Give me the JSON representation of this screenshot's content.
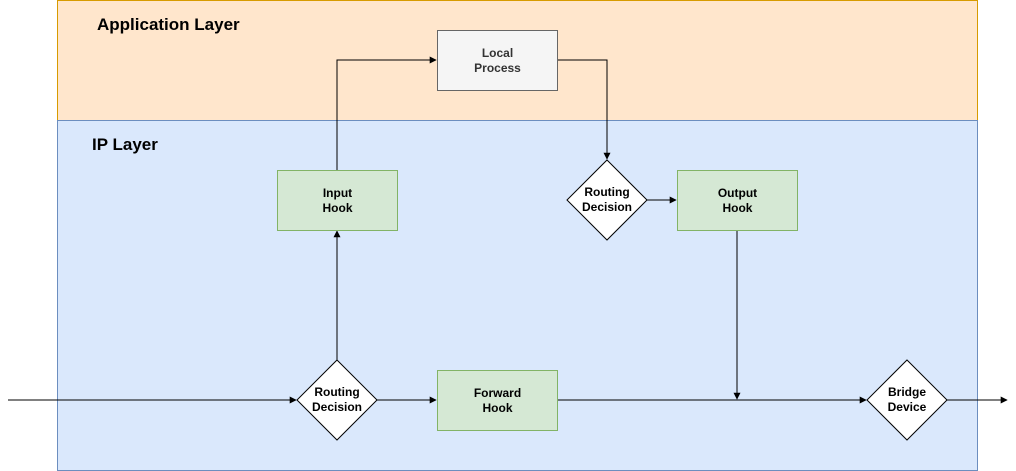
{
  "layers": {
    "application": "Application Layer",
    "ip": "IP Layer"
  },
  "nodes": {
    "local_process": "Local\nProcess",
    "input_hook": "Input\nHook",
    "routing_decision_top": "Routing\nDecision",
    "output_hook": "Output\nHook",
    "routing_decision_bottom": "Routing\nDecision",
    "forward_hook": "Forward\nHook",
    "bridge_device": "Bridge\nDevice"
  },
  "colors": {
    "application_layer_fill": "#ffe6cc",
    "ip_layer_fill": "#dae8fc",
    "hook_fill": "#d5e8d4",
    "process_fill": "#f5f5f5"
  }
}
